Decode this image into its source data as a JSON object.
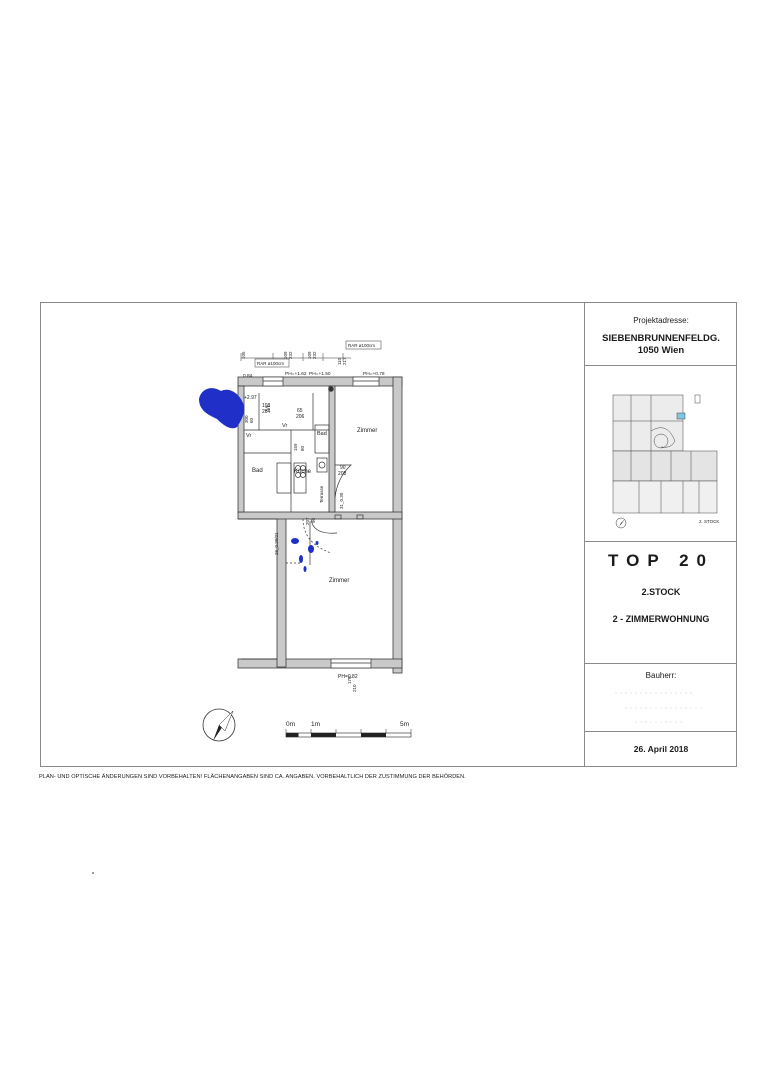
{
  "panel": {
    "project_label": "Projektadresse:",
    "address_line1": "SIEBENBRUNNENFELDG.",
    "address_line2": "1050 Wien",
    "keyplan_floor": "2. STOCK",
    "top_label": "TOP 20",
    "floor": "2.STOCK",
    "apartment_type": "2 - ZIMMERWOHNUNG",
    "owner_label": "Bauherr:",
    "date": "26. April 2018"
  },
  "plan": {
    "rooms": {
      "zimmer_large": "Zimmer",
      "zimmer_small": "Zimmer",
      "kueche": "Küche",
      "bad": "Bad",
      "bad_small": "Bad",
      "vorraum": "Vr",
      "vorraum2": "Vr",
      "terrasse": "Terrasse"
    },
    "annotations": {
      "rar_left": "RAR ø100cm",
      "rar_right": "RAR ø100cm",
      "ph_1": "PH=+1.62",
      "ph_2": "PH=+1.50",
      "ph_3": "PH=+0.78",
      "ph_bottom": "PH=0.82",
      "level_1": "0.84",
      "level_2": "+2.97",
      "dim_left_1": "105",
      "dim_left_2": "100",
      "dim_1a": "109",
      "dim_1b": "232",
      "dim_2a": "109",
      "dim_2b": "232",
      "dim_3a": "110",
      "dim_3b": "217",
      "door_108": "108",
      "door_284": "284",
      "door_65": "65",
      "door_206": "206",
      "door_80": "80",
      "door_159": "159",
      "door_90": "90",
      "door_208": "208",
      "door_31": "31_0.30",
      "door_90b": "90",
      "door_207": "207",
      "side_dim": "26_0.20/21",
      "window_bottom_a": "170",
      "window_bottom_b": "210",
      "label_300": "300",
      "label_60": "60"
    },
    "scale": {
      "label_0": "0m",
      "label_1": "1m",
      "label_5": "5m"
    }
  },
  "footer": {
    "note": "PLAN- UND OPTISCHE ÄNDERUNGEN SIND VORBEHALTEN! FLÄCHENANGABEN SIND CA. ANGABEN. VORBEHALTLICH DER ZUSTIMMUNG DER BEHÖRDEN."
  },
  "colors": {
    "wall_fill": "#c9c9c9",
    "wall_stroke": "#3a3a3a",
    "ink_blot": "#1f2fc8",
    "line": "#333333"
  }
}
